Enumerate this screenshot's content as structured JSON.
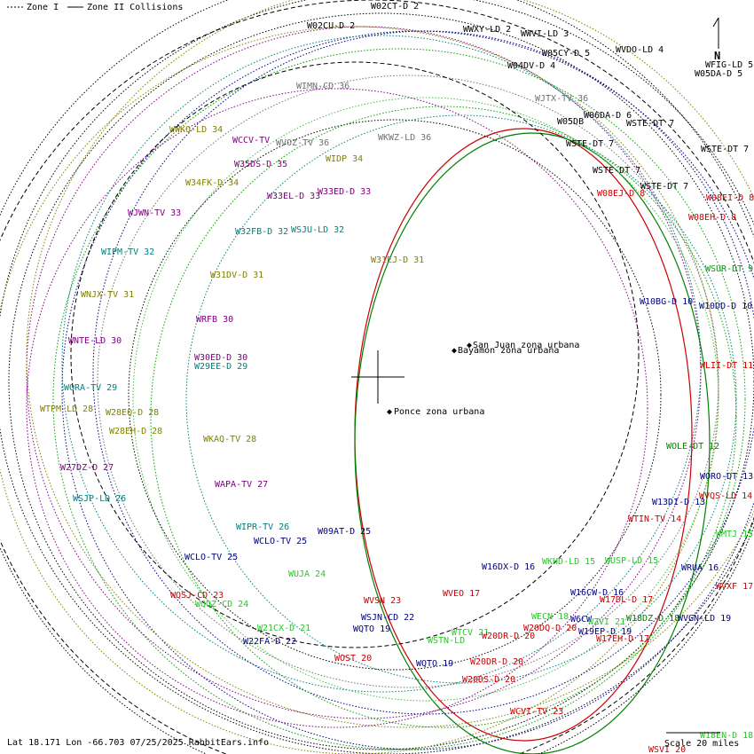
{
  "legend": {
    "zone1": "Zone I",
    "zone2": "Zone II Collisions"
  },
  "footer": {
    "info": "Lat 18.171 Lon -66.703 07/25/2025 RabbitEars.info",
    "scale": "Scale 20 miles"
  },
  "north": "N",
  "colors": {
    "black": "#000000",
    "darkblue": "#000080",
    "green": "#00a000",
    "darkgreen": "#008000",
    "red": "#cc0000",
    "purple": "#800080",
    "olive": "#808000",
    "teal": "#008080",
    "gray": "#707070",
    "brightgreen": "#22cc22",
    "blue": "#0000cc",
    "lightgreen": "#44bb44"
  },
  "places": [
    {
      "id": "sanjuan",
      "label": "San Juan zona urbana"
    },
    {
      "id": "bayamon",
      "label": "Bayamon zona urbana"
    },
    {
      "id": "ponce",
      "label": "Ponce zona urbana"
    }
  ],
  "stations": [
    {
      "id": "s01",
      "label": "W02CT-D 2",
      "color": "black"
    },
    {
      "id": "s02",
      "label": "W02CU-D 2",
      "color": "black"
    },
    {
      "id": "s03",
      "label": "WWXY-LD 2",
      "color": "black"
    },
    {
      "id": "s04",
      "label": "WWVI-LD 3",
      "color": "black"
    },
    {
      "id": "s05",
      "label": "WVDO-LD 4",
      "color": "black"
    },
    {
      "id": "s06",
      "label": "W05CY-D 5",
      "color": "black"
    },
    {
      "id": "s07",
      "label": "W04DV-D 4",
      "color": "black"
    },
    {
      "id": "s08",
      "label": "WFIG-LD 5",
      "color": "black"
    },
    {
      "id": "s09",
      "label": "W05DA-D 5",
      "color": "black"
    },
    {
      "id": "s10",
      "label": "WIMN-CD 36",
      "color": "gray"
    },
    {
      "id": "s11",
      "label": "WJTX-TV 36",
      "color": "gray"
    },
    {
      "id": "s12",
      "label": "W05DB",
      "color": "black"
    },
    {
      "id": "s13",
      "label": "W06DA-D 6",
      "color": "black"
    },
    {
      "id": "s14",
      "label": "WSTE-DT 7",
      "color": "black"
    },
    {
      "id": "s15",
      "label": "WSTE-DT 7",
      "color": "black"
    },
    {
      "id": "s16",
      "label": "WSTE-DT 7",
      "color": "black"
    },
    {
      "id": "s17",
      "label": "WSTE-DT 7",
      "color": "black"
    },
    {
      "id": "s18",
      "label": "WSTE-DT 7",
      "color": "black"
    },
    {
      "id": "s19",
      "label": "WWKQ-LD 34",
      "color": "olive"
    },
    {
      "id": "s20",
      "label": "WCCV-TV",
      "color": "purple"
    },
    {
      "id": "s21",
      "label": "WVOZ-TV 36",
      "color": "gray"
    },
    {
      "id": "s22",
      "label": "WKWZ-LD 36",
      "color": "gray"
    },
    {
      "id": "s23",
      "label": "W35DS-D 35",
      "color": "purple"
    },
    {
      "id": "s24",
      "label": "WIDP 34",
      "color": "olive"
    },
    {
      "id": "s25",
      "label": "W34FK-D 34",
      "color": "olive"
    },
    {
      "id": "s26",
      "label": "W33EL-D 33",
      "color": "purple"
    },
    {
      "id": "s27",
      "label": "W33ED-D 33",
      "color": "purple"
    },
    {
      "id": "s28",
      "label": "W08EJ-D 8",
      "color": "red"
    },
    {
      "id": "s29",
      "label": "W08EI-D 8",
      "color": "red"
    },
    {
      "id": "s30",
      "label": "W08EH-D 8",
      "color": "red"
    },
    {
      "id": "s31",
      "label": "WJWN-TV 33",
      "color": "purple"
    },
    {
      "id": "s32",
      "label": "W32FB-D 32",
      "color": "teal"
    },
    {
      "id": "s33",
      "label": "WSJU-LD 32",
      "color": "teal"
    },
    {
      "id": "s34",
      "label": "WIPM-TV 32",
      "color": "teal"
    },
    {
      "id": "s35",
      "label": "W31EJ-D 31",
      "color": "olive"
    },
    {
      "id": "s36",
      "label": "WSUR-DT 9",
      "color": "green"
    },
    {
      "id": "s37",
      "label": "W31DV-D 31",
      "color": "olive"
    },
    {
      "id": "s38",
      "label": "WNJX-TV 31",
      "color": "olive"
    },
    {
      "id": "s39",
      "label": "W10BG-D 10",
      "color": "darkblue"
    },
    {
      "id": "s40",
      "label": "W10DD-D 10",
      "color": "darkblue"
    },
    {
      "id": "s41",
      "label": "WRFB 30",
      "color": "purple"
    },
    {
      "id": "s42",
      "label": "WNTE-LD 30",
      "color": "purple"
    },
    {
      "id": "s43",
      "label": "W30ED-D 30",
      "color": "purple"
    },
    {
      "id": "s44",
      "label": "W29EE-D 29",
      "color": "teal"
    },
    {
      "id": "s45",
      "label": "WLII-DT 11",
      "color": "red"
    },
    {
      "id": "s46",
      "label": "WORA-TV 29",
      "color": "teal"
    },
    {
      "id": "s47",
      "label": "WTPM-LD 28",
      "color": "olive"
    },
    {
      "id": "s48",
      "label": "W28EQ-D 28",
      "color": "olive"
    },
    {
      "id": "s49",
      "label": "W28EH-D 28",
      "color": "olive"
    },
    {
      "id": "s50",
      "label": "WKAQ-TV 28",
      "color": "olive"
    },
    {
      "id": "s51",
      "label": "WOLE-DT 12",
      "color": "darkgreen"
    },
    {
      "id": "s52",
      "label": "W27DZ-D 27",
      "color": "purple"
    },
    {
      "id": "s53",
      "label": "WORO-DT 13",
      "color": "darkblue"
    },
    {
      "id": "s54",
      "label": "WAPA-TV 27",
      "color": "purple"
    },
    {
      "id": "s55",
      "label": "WSJP-LD 26",
      "color": "teal"
    },
    {
      "id": "s56",
      "label": "W13DI-D 13",
      "color": "darkblue"
    },
    {
      "id": "s57",
      "label": "WVQS-LD 14",
      "color": "red"
    },
    {
      "id": "s58",
      "label": "WTIN-TV 14",
      "color": "red"
    },
    {
      "id": "s59",
      "label": "WIPR-TV 26",
      "color": "teal"
    },
    {
      "id": "s60",
      "label": "W09AT-D 25",
      "color": "darkblue"
    },
    {
      "id": "s61",
      "label": "WCLO-TV 25",
      "color": "darkblue"
    },
    {
      "id": "s62",
      "label": "WMTJ 15",
      "color": "brightgreen"
    },
    {
      "id": "s63",
      "label": "WCLO-TV 25",
      "color": "darkblue"
    },
    {
      "id": "s64",
      "label": "W16DX-D 16",
      "color": "darkblue"
    },
    {
      "id": "s65",
      "label": "WKHD-LD 15",
      "color": "brightgreen"
    },
    {
      "id": "s66",
      "label": "WUSP-LD 15",
      "color": "brightgreen"
    },
    {
      "id": "s67",
      "label": "WRUA 16",
      "color": "darkblue"
    },
    {
      "id": "s68",
      "label": "WUJA 24",
      "color": "brightgreen"
    },
    {
      "id": "s69",
      "label": "WQSJ-CD 23",
      "color": "red"
    },
    {
      "id": "s70",
      "label": "WVSN 23",
      "color": "red"
    },
    {
      "id": "s71",
      "label": "WVEO 17",
      "color": "red"
    },
    {
      "id": "s72",
      "label": "W16CW-D 16",
      "color": "darkblue"
    },
    {
      "id": "s73",
      "label": "W17DL-D 17",
      "color": "red"
    },
    {
      "id": "s74",
      "label": "WVXF 17",
      "color": "red"
    },
    {
      "id": "s75",
      "label": "WQQZ-CD 24",
      "color": "brightgreen"
    },
    {
      "id": "s76",
      "label": "WSJN-CD 22",
      "color": "darkblue"
    },
    {
      "id": "s77",
      "label": "WECN 18",
      "color": "brightgreen"
    },
    {
      "id": "s78",
      "label": "W6CW",
      "color": "darkblue"
    },
    {
      "id": "s79",
      "label": "WZVI 21",
      "color": "brightgreen"
    },
    {
      "id": "s80",
      "label": "W18DZ-D 18",
      "color": "darkgreen"
    },
    {
      "id": "s81",
      "label": "WVGN-LD 19",
      "color": "darkblue"
    },
    {
      "id": "s82",
      "label": "W21CX-D 21",
      "color": "brightgreen"
    },
    {
      "id": "s83",
      "label": "WQTO 19",
      "color": "darkblue"
    },
    {
      "id": "s84",
      "label": "WTCV 21",
      "color": "brightgreen"
    },
    {
      "id": "s85",
      "label": "W20DQ-D 20",
      "color": "red"
    },
    {
      "id": "s86",
      "label": "W19EP-D 19",
      "color": "darkblue"
    },
    {
      "id": "s87",
      "label": "W22FA-D 22",
      "color": "darkblue"
    },
    {
      "id": "s88",
      "label": "WSTN-LD",
      "color": "brightgreen"
    },
    {
      "id": "s89",
      "label": "W20DR-D 20",
      "color": "red"
    },
    {
      "id": "s90",
      "label": "W17EH-D 17",
      "color": "red"
    },
    {
      "id": "s91",
      "label": "WOST 20",
      "color": "red"
    },
    {
      "id": "s92",
      "label": "WQTO 19",
      "color": "darkblue"
    },
    {
      "id": "s93",
      "label": "W20DR-D 20",
      "color": "red"
    },
    {
      "id": "s94",
      "label": "W20DS-D 20",
      "color": "red"
    },
    {
      "id": "s95",
      "label": "WCVI-TV 23",
      "color": "red"
    },
    {
      "id": "s96",
      "label": "W18EN-D 18",
      "color": "brightgreen"
    },
    {
      "id": "s97",
      "label": "WSVI 20",
      "color": "red"
    }
  ],
  "contours": [
    {
      "color": "black",
      "dash": "dotted"
    },
    {
      "color": "black",
      "dash": "dotted"
    },
    {
      "color": "black",
      "dash": "dashed"
    },
    {
      "color": "darkblue",
      "dash": "dotted"
    },
    {
      "color": "green",
      "dash": "dotted"
    },
    {
      "color": "purple",
      "dash": "dotted"
    },
    {
      "color": "olive",
      "dash": "dotted"
    },
    {
      "color": "teal",
      "dash": "dotted"
    },
    {
      "color": "gray",
      "dash": "dotted"
    },
    {
      "color": "red",
      "dash": "solid"
    },
    {
      "color": "darkgreen",
      "dash": "solid"
    },
    {
      "color": "lightgreen",
      "dash": "dotted"
    }
  ]
}
